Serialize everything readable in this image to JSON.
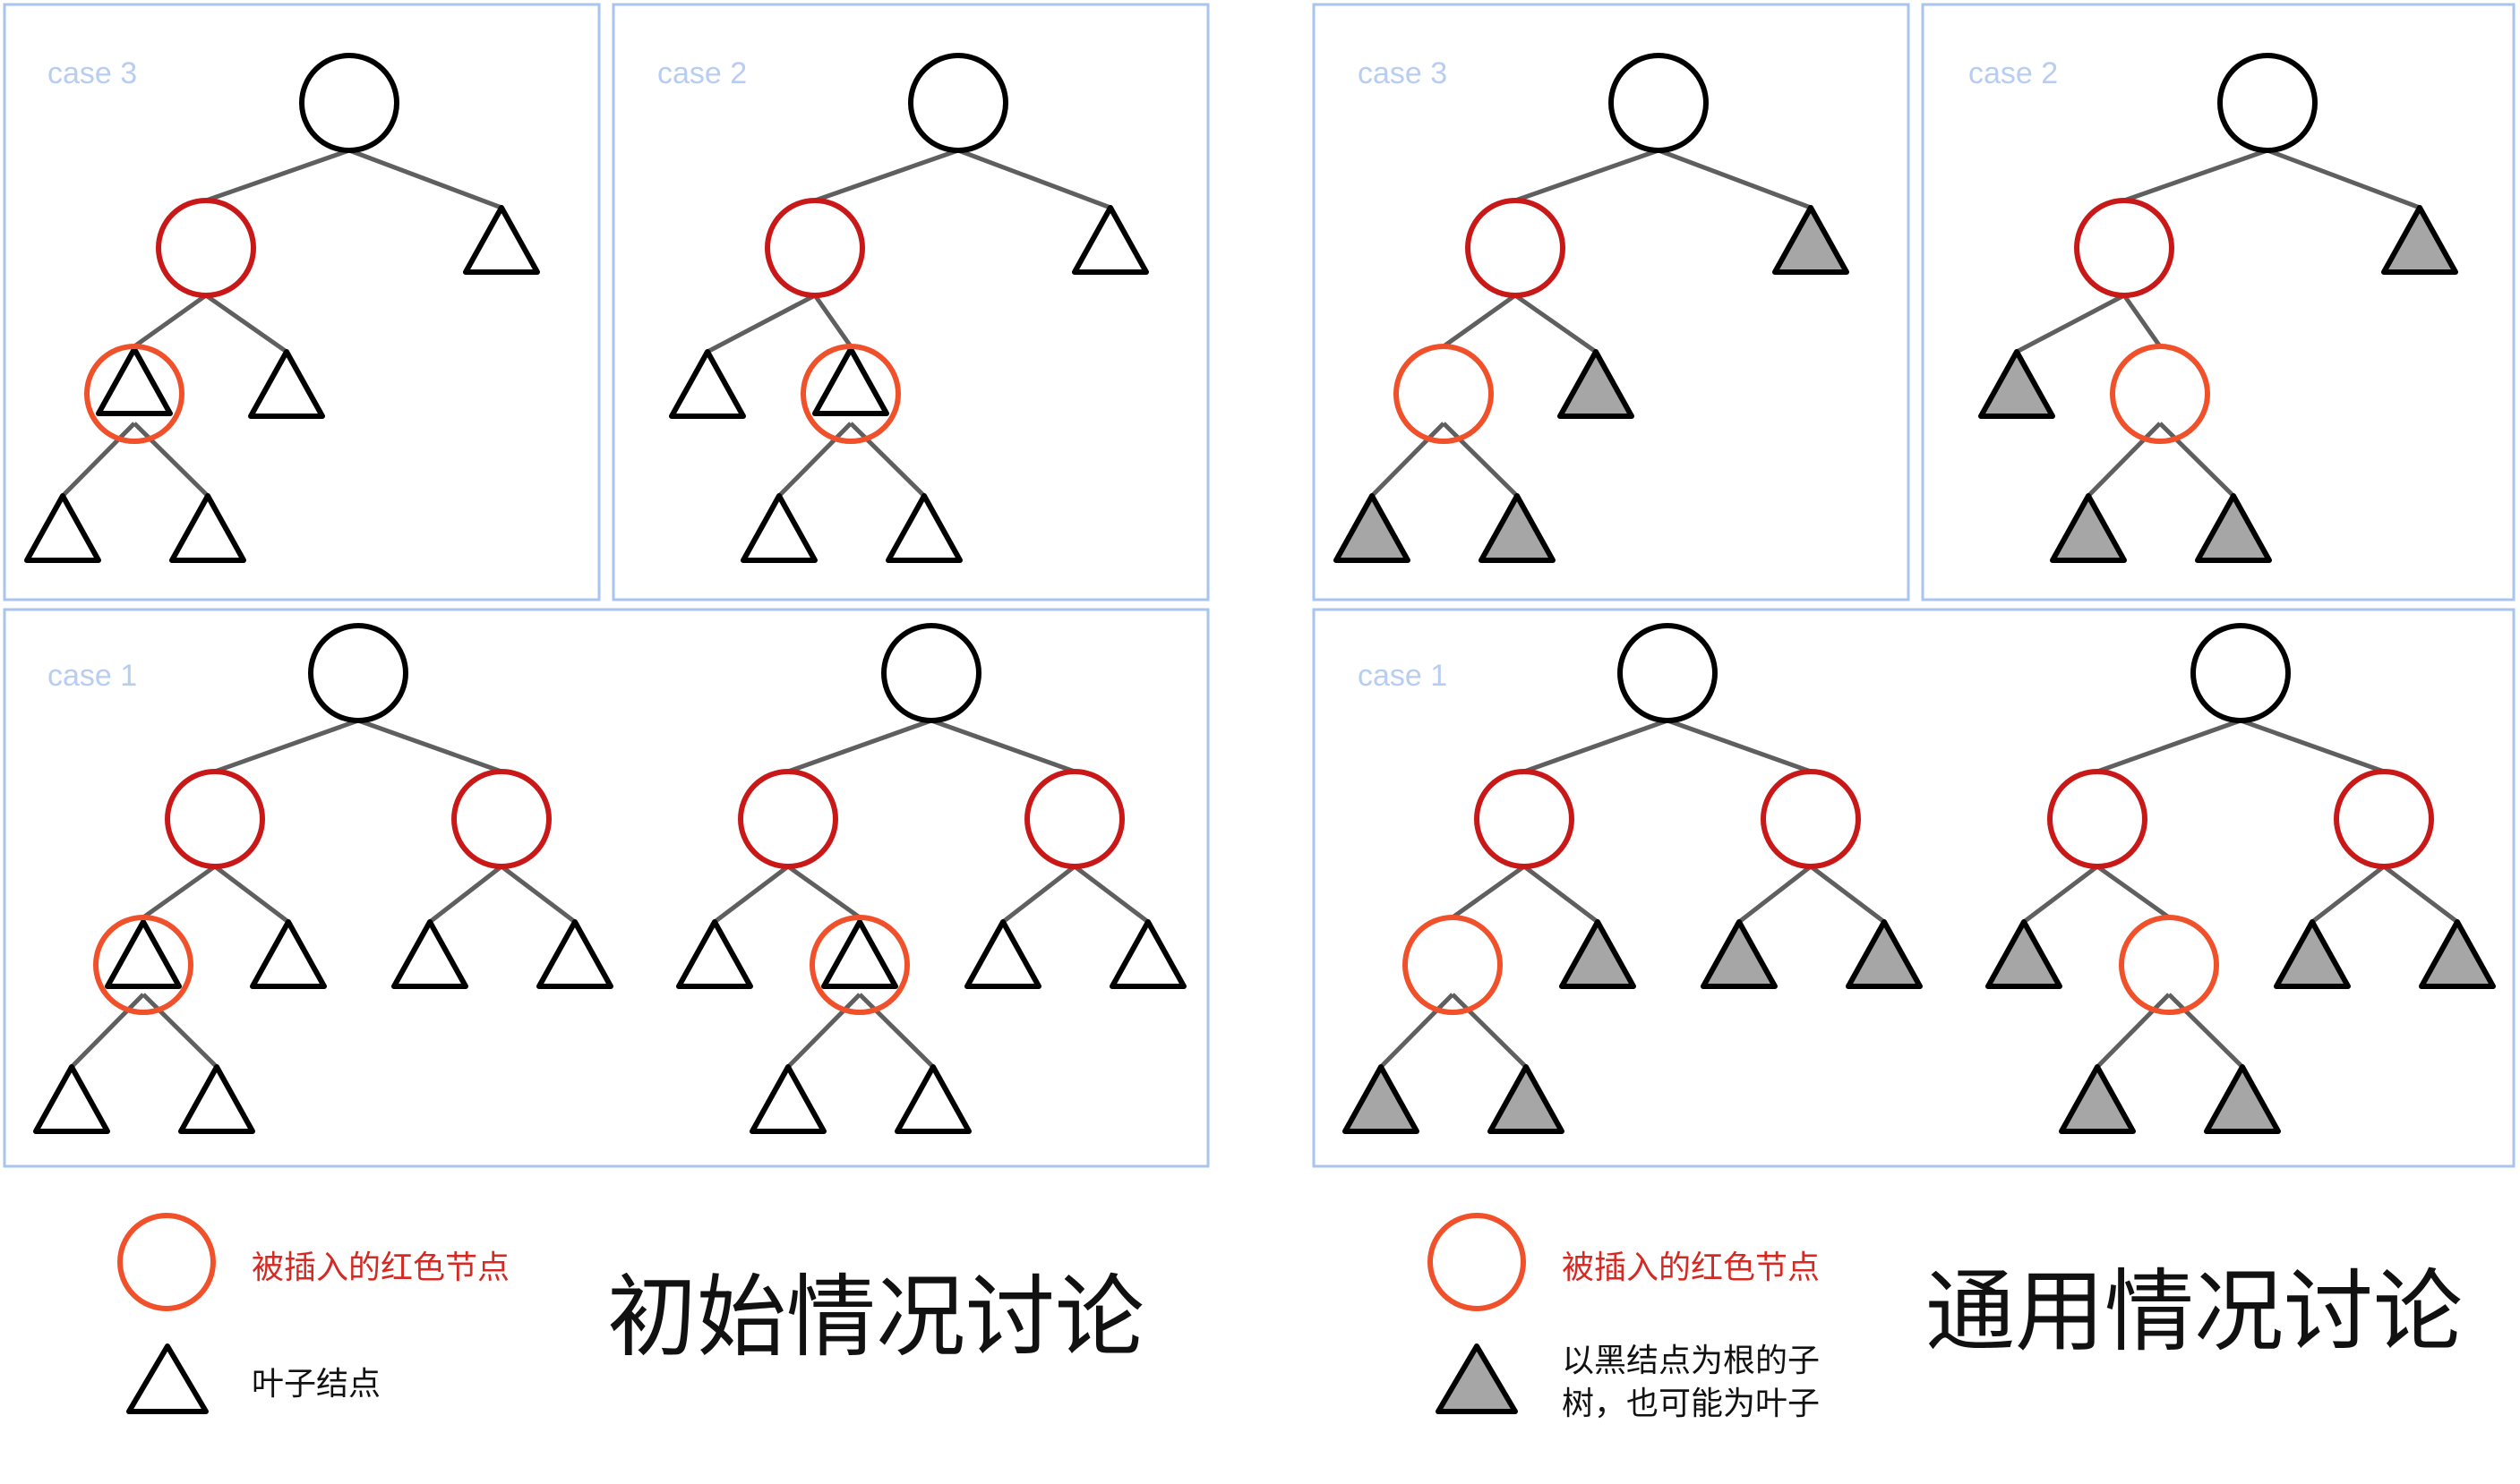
{
  "colors": {
    "panel_border": "#aac4f0",
    "edge": "#5f5f5f",
    "black_node": "#000000",
    "red_node": "#c81818",
    "inserted_node": "#f0502a",
    "leaf_fill": "#ffffff",
    "subtree_fill": "#a6a6a6",
    "case_label": "#b8cdf2",
    "legend_red_text": "#d42a24",
    "legend_black_text": "#111111"
  },
  "left": {
    "case3_label": "case 3",
    "case2_label": "case 2",
    "case1_label": "case 1",
    "legend_inserted": "被插入的红色节点",
    "legend_leaf": "叶子结点",
    "title": "初始情况讨论"
  },
  "right": {
    "case3_label": "case 3",
    "case2_label": "case 2",
    "case1_label": "case 1",
    "legend_inserted": "被插入的红色节点",
    "legend_subtree_line1": "以黑结点为根的子",
    "legend_subtree_line2": "树，也可能为叶子",
    "title": "通用情况讨论"
  }
}
